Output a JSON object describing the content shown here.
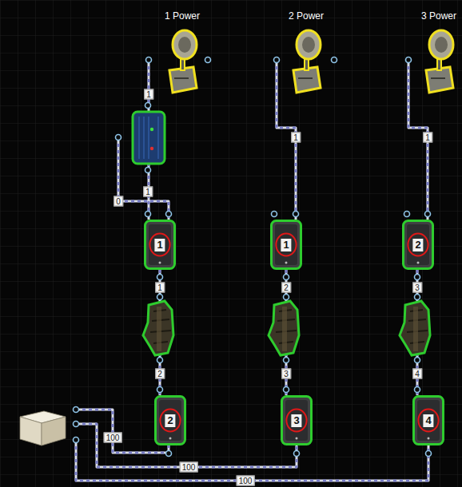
{
  "diagram": {
    "nodes": [
      {
        "text": [
          "1 Power"
        ]
      },
      {
        "text": [
          "2 Power"
        ]
      },
      {
        "text": [
          "3 Power"
        ]
      },
      {
        "text": [
          "1"
        ]
      },
      {
        "text": [
          "1"
        ]
      },
      {
        "text": [
          "2"
        ]
      },
      {
        "text": [
          "2"
        ]
      },
      {
        "text": [
          "3"
        ]
      },
      {
        "text": [
          "4"
        ]
      }
    ],
    "edges": [
      {
        "from": 0,
        "to": 3,
        "arrow": "none",
        "label": "1"
      },
      {
        "from": 1,
        "to": 4,
        "arrow": "none",
        "label": "1"
      },
      {
        "from": 2,
        "to": 5,
        "arrow": "none",
        "label": "1"
      },
      {
        "from": 3,
        "to": 6,
        "arrow": "none",
        "label": "1"
      },
      {
        "from": 4,
        "to": 7,
        "arrow": "none",
        "label": "2"
      },
      {
        "from": 5,
        "to": 8,
        "arrow": "none",
        "label": "3"
      }
    ],
    "labels": [
      "1",
      "0",
      "2",
      "3",
      "4",
      "100",
      "100",
      "100"
    ]
  }
}
